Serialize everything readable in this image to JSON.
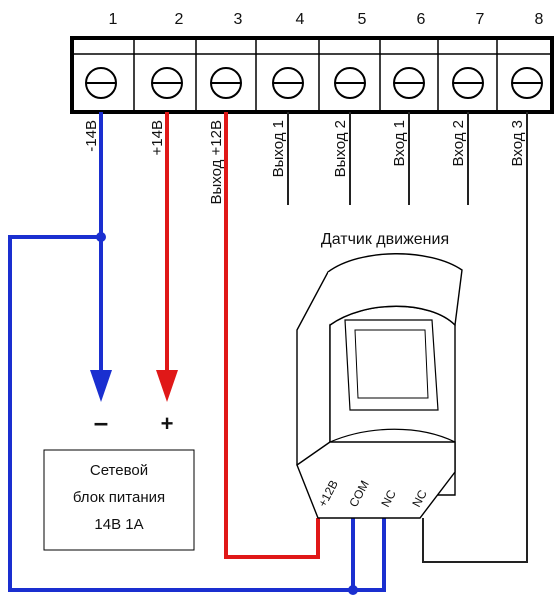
{
  "terminal_block": {
    "numbers": [
      "1",
      "2",
      "3",
      "4",
      "5",
      "6",
      "7",
      "8"
    ],
    "labels": [
      "-14В",
      "+14В",
      "Выход +12В",
      "Выход 1",
      "Выход 2",
      "Вход 1",
      "Вход 2",
      "Вход 3"
    ]
  },
  "sensor": {
    "title": "Датчик движения",
    "pins": [
      "+12В",
      "COM",
      "NC",
      "NC"
    ]
  },
  "psu": {
    "line1": "Сетевой",
    "line2": "блок питания",
    "line3": "14В  1А",
    "minus": "–",
    "plus": "+"
  },
  "colors": {
    "negative_wire": "#1a2fd0",
    "positive_wire": "#e01818",
    "neutral_wire": "#222222",
    "frame": "#000000"
  }
}
